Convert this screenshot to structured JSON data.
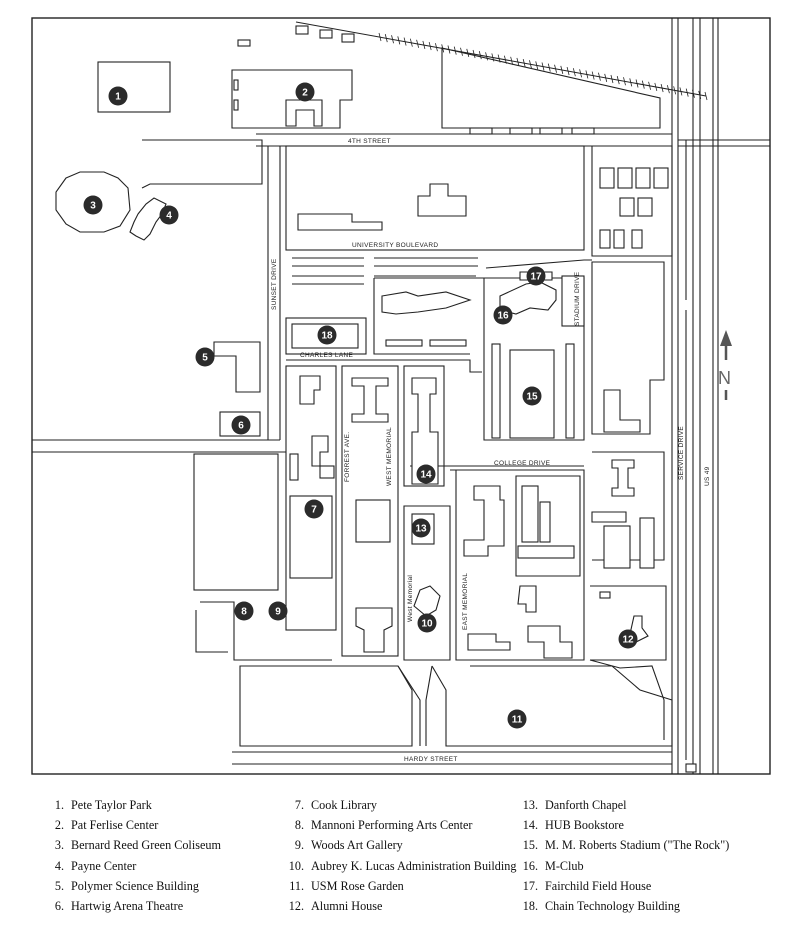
{
  "streets": {
    "fourth_street": "4TH STREET",
    "university_boulevard": "UNIVERSITY BOULEVARD",
    "sunset_drive": "SUNSET DRIVE",
    "stadium_drive": "STADIUM DRIVE",
    "charles_lane": "CHARLES LANE",
    "forrest_ave": "FORREST AVE.",
    "west_memorial_1": "WEST MEMORIAL",
    "west_memorial_2": "West Memorial",
    "east_memorial": "EAST MEMORIAL",
    "college_drive": "COLLEGE DRIVE",
    "service_drive": "SERVICE DRIVE",
    "us49": "US 49",
    "hardy_street": "HARDY STREET"
  },
  "north_label": "N",
  "markers": [
    "1",
    "2",
    "3",
    "4",
    "5",
    "6",
    "7",
    "8",
    "9",
    "10",
    "11",
    "12",
    "13",
    "14",
    "15",
    "16",
    "17",
    "18"
  ],
  "legend": [
    {
      "num": "1.",
      "name": "Pete Taylor Park"
    },
    {
      "num": "2.",
      "name": "Pat Ferlise Center"
    },
    {
      "num": "3.",
      "name": "Bernard Reed Green Coliseum"
    },
    {
      "num": "4.",
      "name": "Payne Center"
    },
    {
      "num": "5.",
      "name": "Polymer Science Building"
    },
    {
      "num": "6.",
      "name": "Hartwig Arena Theatre"
    },
    {
      "num": "7.",
      "name": "Cook Library"
    },
    {
      "num": "8.",
      "name": "Mannoni Performing Arts Center"
    },
    {
      "num": "9.",
      "name": "Woods Art Gallery"
    },
    {
      "num": "10.",
      "name": "Aubrey K. Lucas Administration Building"
    },
    {
      "num": "11.",
      "name": "USM Rose Garden"
    },
    {
      "num": "12.",
      "name": "Alumni House"
    },
    {
      "num": "13.",
      "name": "Danforth Chapel"
    },
    {
      "num": "14.",
      "name": "HUB Bookstore"
    },
    {
      "num": "15.",
      "name": "M. M. Roberts Stadium (\"The Rock\")"
    },
    {
      "num": "16.",
      "name": "M-Club"
    },
    {
      "num": "17.",
      "name": "Fairchild Field House"
    },
    {
      "num": "18.",
      "name": "Chain Technology Building"
    }
  ]
}
